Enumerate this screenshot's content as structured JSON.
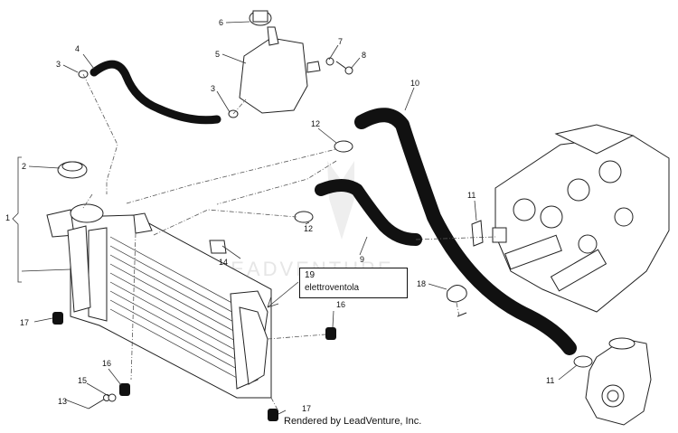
{
  "callouts": {
    "c1": "1",
    "c2": "2",
    "c3a": "3",
    "c3b": "3",
    "c4": "4",
    "c5": "5",
    "c6": "6",
    "c7": "7",
    "c8": "8",
    "c9": "9",
    "c10": "10",
    "c11a": "11",
    "c11b": "11",
    "c12a": "12",
    "c12b": "12",
    "c13": "13",
    "c14": "14",
    "c15": "15",
    "c16a": "16",
    "c16b": "16",
    "c17a": "17",
    "c17b": "17",
    "c18": "18"
  },
  "label_box": {
    "number": "19",
    "description": "elettroventola"
  },
  "footer": "Rendered by LeadVenture, Inc.",
  "watermark": "LEADVENTURE"
}
